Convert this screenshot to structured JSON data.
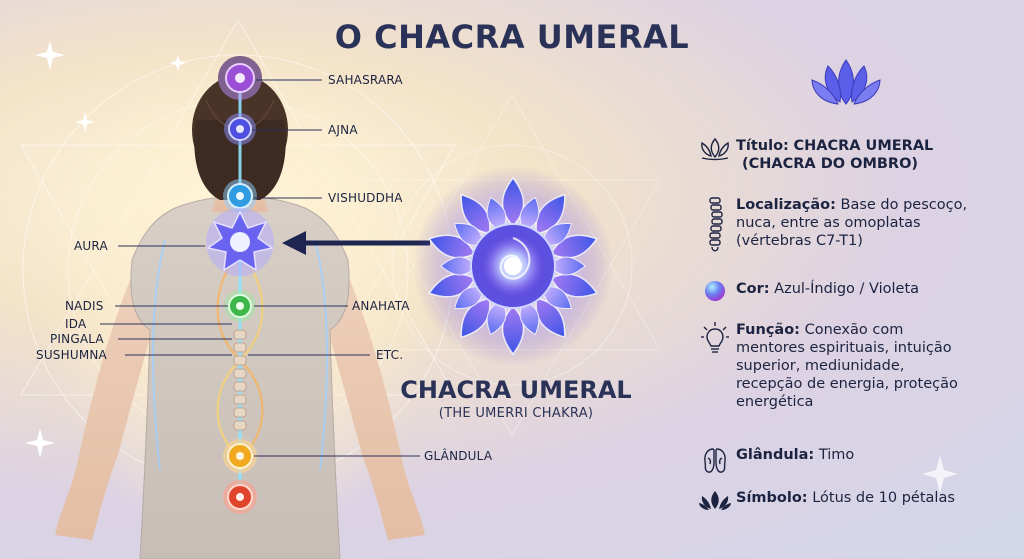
{
  "title": "O CHACRA UMERAL",
  "labels": {
    "sahasrara": "SAHASRARA",
    "ajna": "AJNA",
    "vishuddha": "VISHUDDHA",
    "aura": "AURA",
    "nadis": "NADIS",
    "ida": "IDA",
    "pingala": "PINGALA",
    "sushumna": "SUSHUMNA",
    "anahata": "ANAHATA",
    "etc": "ETC.",
    "glandula": "GLÂNDULA"
  },
  "center": {
    "name": "CHACRA UMERAL",
    "subtitle": "(THE UMERRI CHAKRA)"
  },
  "info": {
    "titulo": {
      "label": "Título:",
      "value_line1": "CHACRA UMERAL",
      "value_line2": "(CHACRA DO OMBRO)",
      "icon": "lotus-outline-icon"
    },
    "localizacao": {
      "label": "Localização:",
      "value_line1": "Base do pescoço,",
      "value_line2": "nuca, entre as omoplatas",
      "value_line3": "(vértebras C7-T1)",
      "icon": "spine-icon"
    },
    "cor": {
      "label": "Cor:",
      "value": "Azul-Índigo / Violeta",
      "icon": "color-orb-icon"
    },
    "funcao": {
      "label": "Função:",
      "value_line1": "Conexão com",
      "value_line2": "mentores espirituais, intuição",
      "value_line3": "superior, mediunidade,",
      "value_line4": "recepção de energia, proteção",
      "value_line5": "energética",
      "icon": "lightbulb-icon"
    },
    "glandula": {
      "label": "Glândula:",
      "value": "Timo",
      "icon": "thymus-icon"
    },
    "simbolo": {
      "label": "Símbolo:",
      "value": "Lótus de 10 pétalas",
      "icon": "lotus-filled-icon"
    }
  },
  "colors": {
    "title": "#2b3258",
    "crown": "#9b4fd6",
    "third_eye": "#4c4fe0",
    "throat": "#2f9be0",
    "umeral": "#6a63f0",
    "heart": "#3fb64a",
    "solar": "#f0a91f",
    "root": "#e0452c"
  }
}
